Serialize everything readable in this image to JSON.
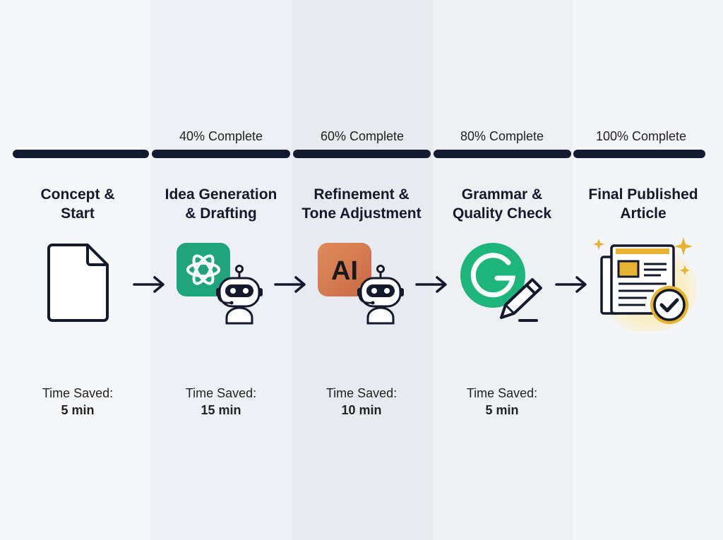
{
  "progress_labels": [
    "40% Complete",
    "60% Complete",
    "80% Complete",
    "100% Complete"
  ],
  "stages": [
    {
      "title_line1": "Concept &",
      "title_line2": "Start",
      "saved_label": "Time Saved:",
      "saved_value": "5 min",
      "icon": "document-icon"
    },
    {
      "title_line1": "Idea Generation",
      "title_line2": "& Drafting",
      "saved_label": "Time Saved:",
      "saved_value": "15 min",
      "icon": "chatgpt-logo-icon"
    },
    {
      "title_line1": "Refinement &",
      "title_line2": "Tone Adjustment",
      "saved_label": "Time Saved:",
      "saved_value": "10 min",
      "icon": "anthropic-logo-icon",
      "logo_text": "AI"
    },
    {
      "title_line1": "Grammar &",
      "title_line2": "Quality Check",
      "saved_label": "Time Saved:",
      "saved_value": "5 min",
      "icon": "grammarly-logo-icon"
    },
    {
      "title_line1": "Final Published",
      "title_line2": "Article",
      "icon": "published-article-icon"
    }
  ],
  "colors": {
    "timeline": "#151a33",
    "chatgpt_green": "#1fa47c",
    "anthropic_orange": "#d9774f",
    "grammarly_green": "#1eb57c",
    "gold": "#e6b432"
  }
}
